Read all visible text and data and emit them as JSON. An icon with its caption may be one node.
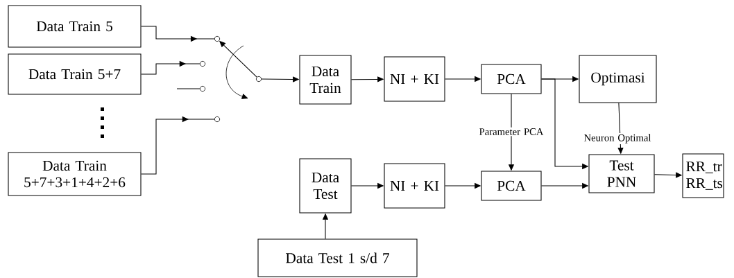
{
  "diagram": {
    "nodes": [
      {
        "text": [
          "Data Train 5"
        ]
      },
      {
        "text": [
          "Data Train 5+7"
        ]
      },
      {
        "text": [
          "Data Train 5+7+3+1+4+2+6"
        ]
      },
      {
        "text": [],
        "shape": "circle"
      },
      {
        "text": [],
        "shape": "circle"
      },
      {
        "text": [],
        "shape": "circle"
      },
      {
        "text": [],
        "shape": "circle"
      },
      {
        "text": [],
        "shape": "circle"
      },
      {
        "text": [
          "Data Train"
        ]
      },
      {
        "text": [
          "NI + KI"
        ]
      },
      {
        "text": [
          "PCA"
        ]
      },
      {
        "text": [
          "Optimasi"
        ]
      },
      {
        "text": [
          "Data Test"
        ]
      },
      {
        "text": [
          "NI + KI"
        ]
      },
      {
        "text": [
          "PCA"
        ]
      },
      {
        "text": [
          "Test PNN"
        ]
      },
      {
        "text": [
          "RR_tr RR_ts"
        ]
      },
      {
        "text": [
          "Data Test 1 s/d 7"
        ]
      }
    ],
    "edges": [
      {
        "from": 0,
        "to": 3,
        "arrow": "to"
      },
      {
        "from": 1,
        "to": 4,
        "arrow": "to"
      },
      {
        "from": 2,
        "to": 6,
        "arrow": "to"
      },
      {
        "from": null,
        "to": 5,
        "arrow": "none"
      },
      {
        "from": 7,
        "to": 3,
        "arrow": "to"
      },
      {
        "from": 7,
        "to": 8,
        "arrow": "to"
      },
      {
        "from": 8,
        "to": 9,
        "arrow": "to"
      },
      {
        "from": 9,
        "to": 10,
        "arrow": "to"
      },
      {
        "from": 10,
        "to": 11,
        "arrow": "to"
      },
      {
        "from": 10,
        "to": 15,
        "arrow": "to"
      },
      {
        "from": 10,
        "to": 14,
        "arrow": "to",
        "label": "Parameter PCA"
      },
      {
        "from": 11,
        "to": 15,
        "arrow": "to",
        "label": "Neuron Optimal"
      },
      {
        "from": 12,
        "to": 13,
        "arrow": "to"
      },
      {
        "from": 13,
        "to": 14,
        "arrow": "to"
      },
      {
        "from": 14,
        "to": 15,
        "arrow": "to"
      },
      {
        "from": 15,
        "to": 16,
        "arrow": "to"
      },
      {
        "from": 17,
        "to": 12,
        "arrow": "to"
      }
    ]
  }
}
